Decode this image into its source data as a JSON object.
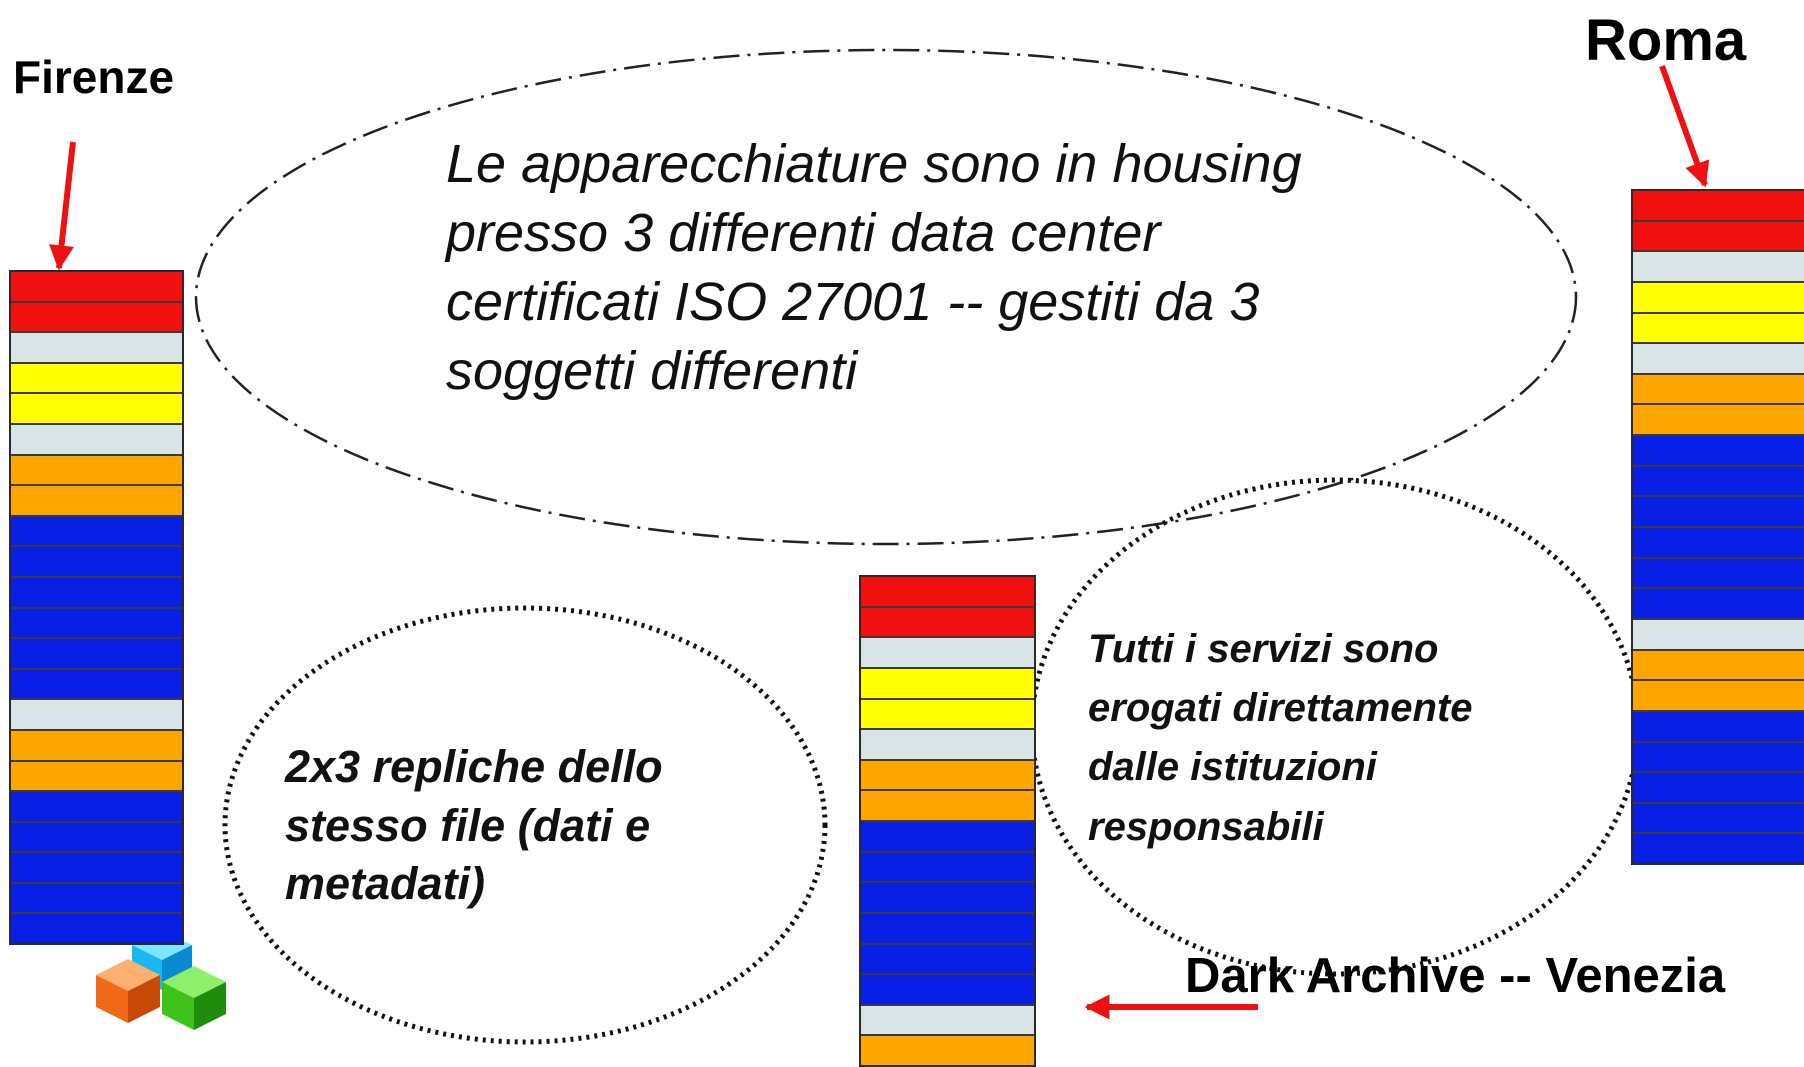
{
  "locations": {
    "firenze": "Firenze",
    "roma": "Roma",
    "venezia": "Dark Archive -- Venezia"
  },
  "notes": {
    "housing": [
      "Le apparecchiature sono in housing",
      "presso 3 differenti data center",
      "certificati ISO 27001 -- gestiti da 3",
      "soggetti differenti"
    ],
    "replicas": [
      "2x3 repliche dello",
      "stesso file (dati e",
      "metadati)"
    ],
    "services": [
      "Tutti i servizi sono",
      "erogati direttamente",
      "dalle istituzioni",
      "responsabili"
    ]
  },
  "colors": {
    "red": "#f01010",
    "light": "#d8e4e6",
    "yellow": "#ffff00",
    "orange": "#ffa500",
    "blue": "#0a1fe6",
    "arrow": "#ee1111"
  },
  "stacks": {
    "firenze": [
      "red",
      "red",
      "light",
      "yellow",
      "yellow",
      "light",
      "orange",
      "orange",
      "blue",
      "blue",
      "blue",
      "blue",
      "blue",
      "blue",
      "light",
      "orange",
      "orange",
      "blue",
      "blue",
      "blue",
      "blue",
      "blue"
    ],
    "roma": [
      "red",
      "red",
      "light",
      "yellow",
      "yellow",
      "light",
      "orange",
      "orange",
      "blue",
      "blue",
      "blue",
      "blue",
      "blue",
      "blue",
      "light",
      "orange",
      "orange",
      "blue",
      "blue",
      "blue",
      "blue",
      "blue"
    ],
    "venezia": [
      "red",
      "red",
      "light",
      "yellow",
      "yellow",
      "light",
      "orange",
      "orange",
      "blue",
      "blue",
      "blue",
      "blue",
      "blue",
      "blue",
      "light",
      "orange"
    ]
  },
  "icons": {
    "cubes": "stacked-cubes-icon"
  }
}
